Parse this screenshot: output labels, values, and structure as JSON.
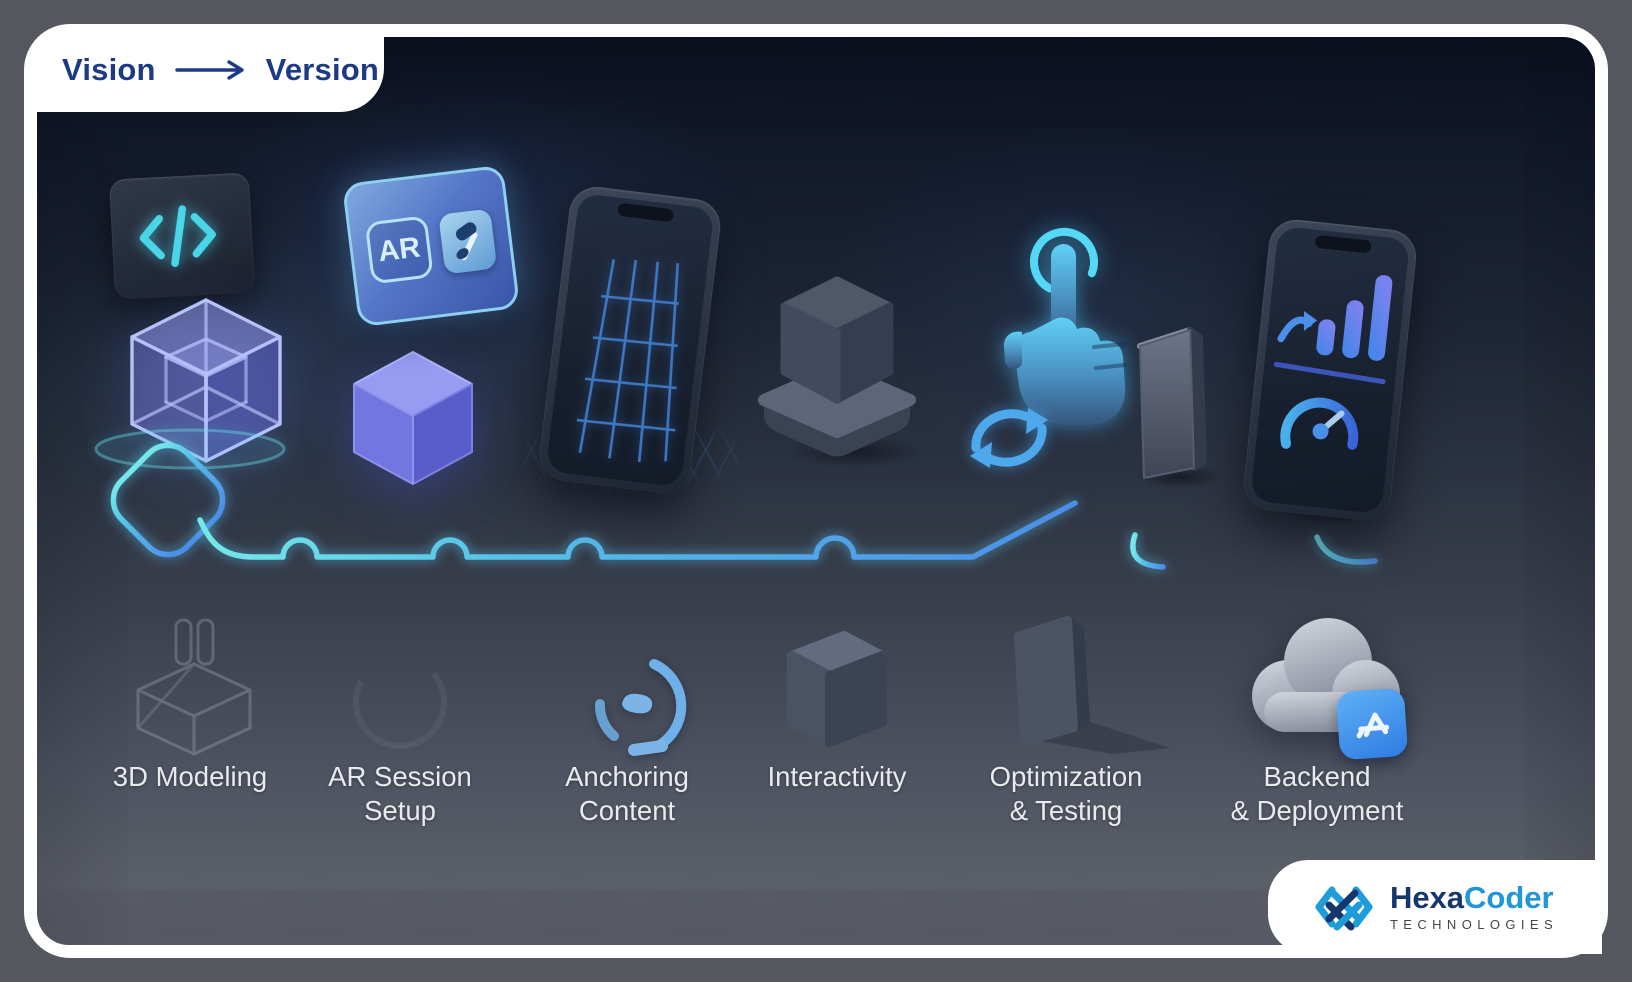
{
  "badge": {
    "left": "Vision",
    "right": "Version"
  },
  "steps": [
    {
      "label": "3D Modeling",
      "icon": "wireframe-cube"
    },
    {
      "label": "AR Session\nSetup",
      "icon": "ar-card"
    },
    {
      "label": "Anchoring\nContent",
      "icon": "anchor-rotate"
    },
    {
      "label": "Interactivity",
      "icon": "tap-hand"
    },
    {
      "label": "Optimization\n& Testing",
      "icon": "speed-gauge-phone"
    },
    {
      "label": "Backend\n& Deployment",
      "icon": "cloud-appstore"
    }
  ],
  "ar_card": {
    "badge": "AR"
  },
  "logo": {
    "name_primary": "Hexa",
    "name_secondary": "Coder",
    "subtitle": "TECHNOLOGIES"
  },
  "colors": {
    "accent_cyan": "#55d0ee",
    "accent_blue": "#4a90e8",
    "brand_navy": "#16366e",
    "brand_blue": "#1f9ddb",
    "panel_top": "#0c1222",
    "panel_bottom": "#616470",
    "label_text": "#e9eaee",
    "title_navy": "#1d3a86"
  }
}
